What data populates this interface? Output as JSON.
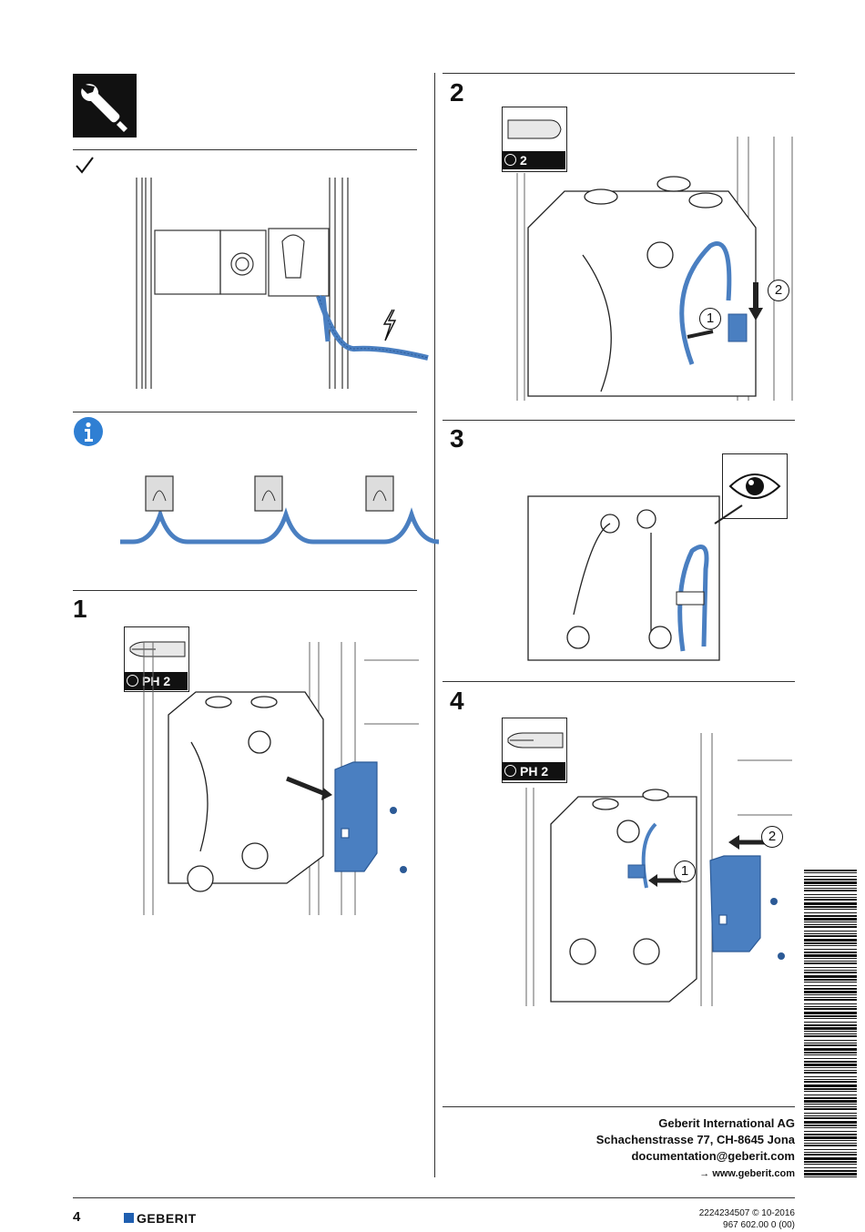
{
  "steps": {
    "s1": "1",
    "s2": "2",
    "s3": "3",
    "s4": "4"
  },
  "tools": {
    "phillips_1": "PH 2",
    "flat_2": "2",
    "phillips_4": "PH 2"
  },
  "callouts": {
    "c1": "1",
    "c2": "2"
  },
  "address": {
    "company": "Geberit International AG",
    "street": "Schachenstrasse 77, CH-8645 Jona",
    "email": "documentation@geberit.com",
    "web": "→ www.geberit.com"
  },
  "footer": {
    "page_number": "4",
    "brand": "GEBERIT",
    "doc_code": "2224234507 © 10-2016",
    "doc_number": "967 602.00 0 (00)"
  },
  "colors": {
    "accent_blue": "#4a7fc1",
    "info_blue": "#2f7fd3",
    "brand_blue": "#1f5fb0"
  },
  "icons": [
    "wrench-icon",
    "checkmark-icon",
    "info-icon",
    "eye-icon",
    "lightning-icon",
    "phillips-screwdriver-icon",
    "flat-screwdriver-icon",
    "barcode"
  ]
}
